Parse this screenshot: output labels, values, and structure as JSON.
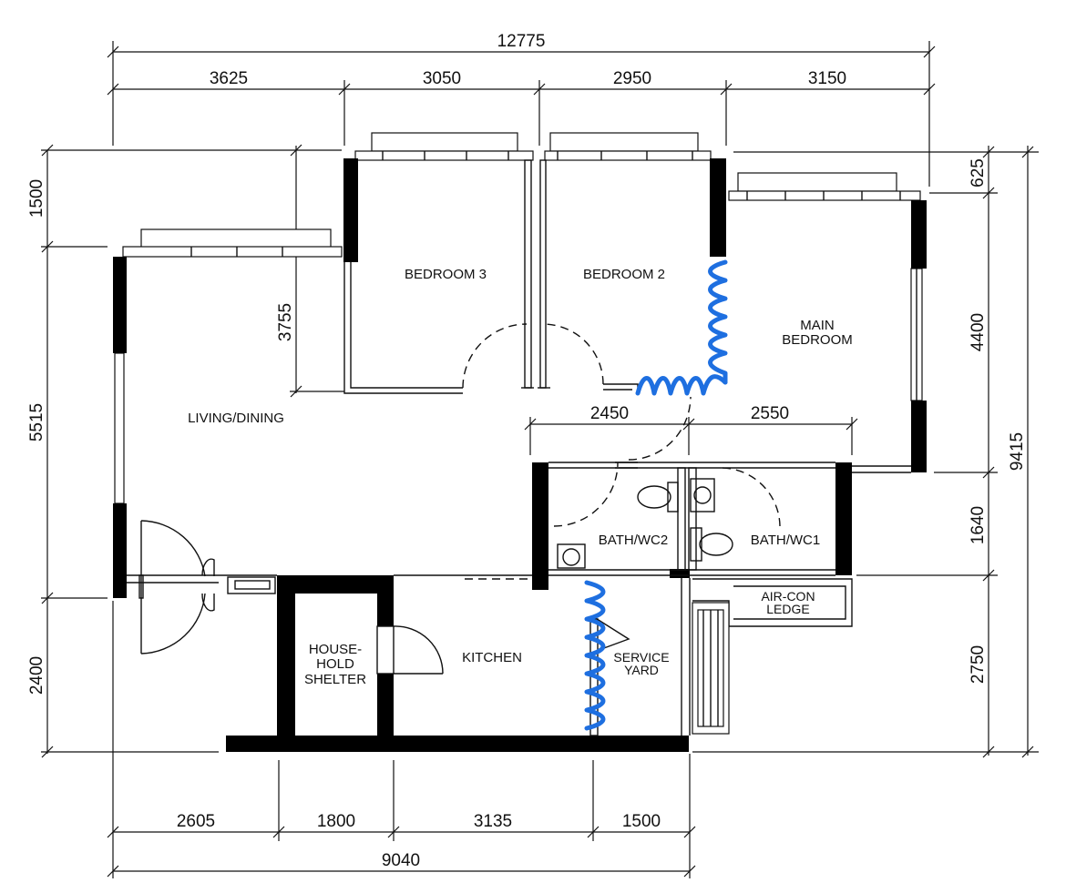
{
  "rooms": {
    "bedroom3": "BEDROOM 3",
    "bedroom2": "BEDROOM 2",
    "main_bedroom_l1": "MAIN",
    "main_bedroom_l2": "BEDROOM",
    "living": "LIVING/DINING",
    "bath2": "BATH/WC2",
    "bath1": "BATH/WC1",
    "aircon_l1": "AIR-CON",
    "aircon_l2": "LEDGE",
    "shelter_l1": "HOUSE-",
    "shelter_l2": "HOLD",
    "shelter_l3": "SHELTER",
    "kitchen": "KITCHEN",
    "service_l1": "SERVICE",
    "service_l2": "YARD"
  },
  "dimensions": {
    "top_total": "12775",
    "top_1": "3625",
    "top_2": "3050",
    "top_3": "2950",
    "top_4": "3150",
    "left_1": "1500",
    "left_2": "5515",
    "left_3": "2400",
    "inner_3755": "3755",
    "mid_2450": "2450",
    "mid_2550": "2550",
    "right_625": "625",
    "right_4400": "4400",
    "right_1640": "1640",
    "right_2750": "2750",
    "right_total": "9415",
    "bottom_1": "2605",
    "bottom_2": "1800",
    "bottom_3": "3135",
    "bottom_4": "1500",
    "bottom_total": "9040"
  },
  "colors": {
    "wall": "#000000",
    "pipe_highlight": "#1e6fe0"
  }
}
